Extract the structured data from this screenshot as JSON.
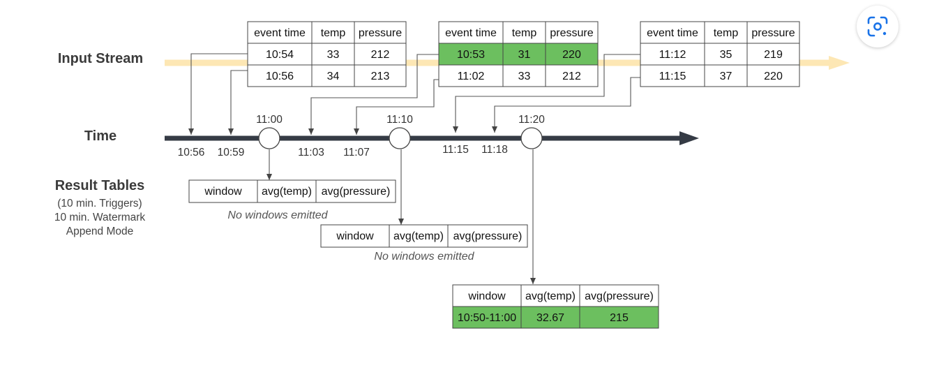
{
  "labels": {
    "input_stream": "Input Stream",
    "time": "Time",
    "result_title": "Result Tables",
    "result_sub": [
      "(10 min. Triggers)",
      "10 min. Watermark",
      "Append Mode"
    ]
  },
  "input_batches": [
    {
      "headers": [
        "event time",
        "temp",
        "pressure"
      ],
      "rows": [
        {
          "cells": [
            "10:54",
            "33",
            "212"
          ],
          "highlight": false
        },
        {
          "cells": [
            "10:56",
            "34",
            "213"
          ],
          "highlight": false
        }
      ]
    },
    {
      "headers": [
        "event time",
        "temp",
        "pressure"
      ],
      "rows": [
        {
          "cells": [
            "10:53",
            "31",
            "220"
          ],
          "highlight": true
        },
        {
          "cells": [
            "11:02",
            "33",
            "212"
          ],
          "highlight": false
        }
      ]
    },
    {
      "headers": [
        "event time",
        "temp",
        "pressure"
      ],
      "rows": [
        {
          "cells": [
            "11:12",
            "35",
            "219"
          ],
          "highlight": false
        },
        {
          "cells": [
            "11:15",
            "37",
            "220"
          ],
          "highlight": false
        }
      ]
    }
  ],
  "timeline": {
    "arrival_ticks": [
      "10:56",
      "10:59",
      "11:03",
      "11:07",
      "11:15",
      "11:18"
    ],
    "triggers": [
      "11:00",
      "11:10",
      "11:20"
    ]
  },
  "result_tables": [
    {
      "headers": [
        "window",
        "avg(temp)",
        "avg(pressure)"
      ],
      "rows": [],
      "note": "No windows emitted"
    },
    {
      "headers": [
        "window",
        "avg(temp)",
        "avg(pressure)"
      ],
      "rows": [],
      "note": "No windows emitted"
    },
    {
      "headers": [
        "window",
        "avg(temp)",
        "avg(pressure)"
      ],
      "rows": [
        {
          "cells": [
            "10:50-11:00",
            "32.67",
            "215"
          ],
          "highlight": true
        }
      ],
      "note": ""
    }
  ],
  "colors": {
    "stream": "#fde7b4",
    "timeline": "#353b45",
    "highlight": "#6cbf5f",
    "border": "#444444"
  },
  "lens_button": {
    "icon": "google-lens-icon"
  }
}
